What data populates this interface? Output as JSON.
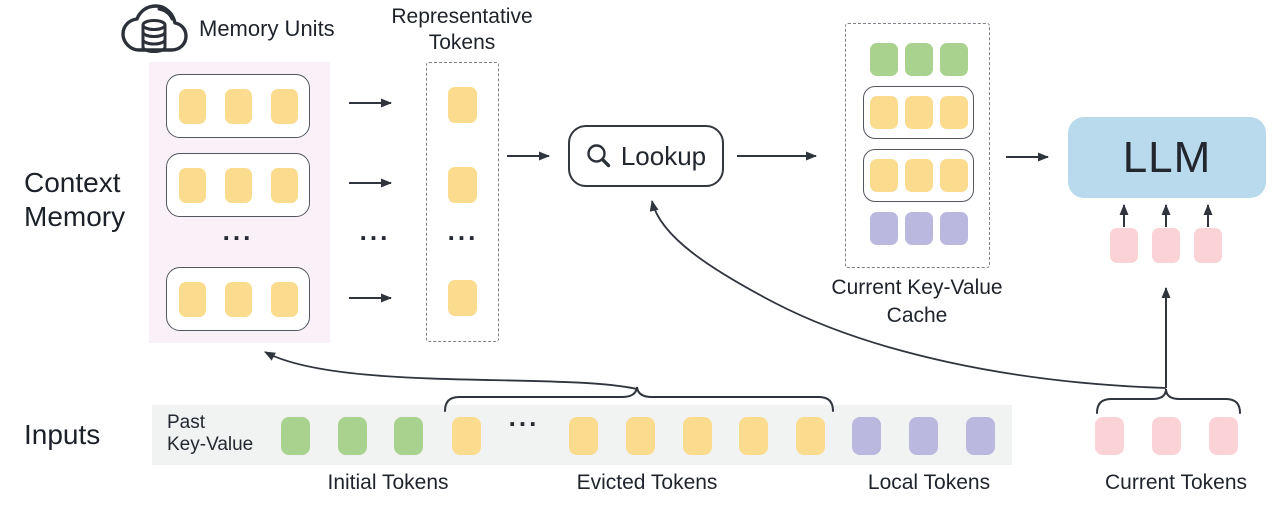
{
  "context_memory": {
    "label_lines": [
      "Context",
      "Memory"
    ],
    "memory_units_label": "Memory Units",
    "unit_count": 3,
    "tokens_per_unit": 3
  },
  "representative": {
    "title_lines": [
      "Representative",
      "Tokens"
    ],
    "visible_token_count": 3
  },
  "lookup": {
    "label": "Lookup"
  },
  "cache": {
    "label_lines": [
      "Current Key-Value",
      "Cache"
    ],
    "rows": [
      {
        "type": "initial-tokens",
        "color": "#a9d28e",
        "count": 3,
        "boxed": false
      },
      {
        "type": "retrieved-memory-unit",
        "color": "#fbdc8e",
        "count": 3,
        "boxed": true
      },
      {
        "type": "retrieved-memory-unit",
        "color": "#fbdc8e",
        "count": 3,
        "boxed": true
      },
      {
        "type": "local-tokens",
        "color": "#bab8df",
        "count": 3,
        "boxed": false
      }
    ]
  },
  "llm": {
    "label": "LLM",
    "input_token_count": 3
  },
  "inputs": {
    "label": "Inputs",
    "past_kv_lines": [
      "Past",
      "Key-Value"
    ],
    "groups": [
      {
        "label": "Initial Tokens",
        "color": "#a9d28e",
        "visible_count": 3
      },
      {
        "label": "Evicted Tokens",
        "color": "#fbdc8e",
        "visible_count": 6
      },
      {
        "label": "Local Tokens",
        "color": "#bab8df",
        "visible_count": 3
      },
      {
        "label": "Current Tokens",
        "color": "#fbd2d5",
        "visible_count": 3
      }
    ]
  },
  "ellipsis": "...",
  "colors": {
    "memory_bg": "#faf0f8",
    "strip_bg": "#f1f3f2",
    "llm_bg": "#b9daec",
    "line": "#2f343d",
    "yellow_token": "#fbdc8e",
    "green_token": "#a9d28e",
    "purple_token": "#bab8df",
    "pink_token": "#fbd2d5"
  }
}
